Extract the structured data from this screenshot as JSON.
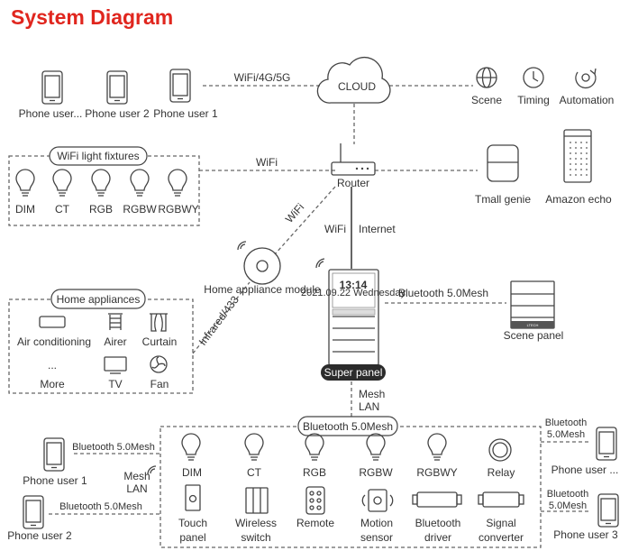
{
  "title": "System Diagram",
  "cloud": "CLOUD",
  "links": {
    "cloud_phones": "WiFi/4G/5G",
    "router_fixtures": "WiFi",
    "router_module": "WiFi",
    "router_panel_wifi": "WiFi",
    "router_panel_internet": "Internet",
    "module_appliances": "Infrared/433",
    "panel_scene": "Bluetooth 5.0Mesh",
    "panel_mesh_1": "Mesh",
    "panel_mesh_2": "LAN",
    "left_bt_1": "Bluetooth 5.0Mesh",
    "left_bt_2": "Bluetooth 5.0Mesh",
    "left_mesh_1": "Mesh",
    "left_mesh_2": "LAN",
    "right_bt_a1": "Bluetooth",
    "right_bt_a2": "5.0Mesh",
    "right_bt_b1": "Bluetooth",
    "right_bt_b2": "5.0Mesh"
  },
  "top_phones": [
    "Phone user...",
    "Phone user 2",
    "Phone user 1"
  ],
  "cloud_services": [
    "Scene",
    "Timing",
    "Automation"
  ],
  "router": "Router",
  "speakers": [
    "Tmall genie",
    "Amazon echo"
  ],
  "wifi_fixtures": {
    "title": "WiFi light fixtures",
    "items": [
      "DIM",
      "CT",
      "RGB",
      "RGBW",
      "RGBWY"
    ]
  },
  "home_module": "Home appliance module",
  "home_appliances": {
    "title": "Home appliances",
    "items": [
      "Air conditioning",
      "Airer",
      "Curtain",
      "...",
      "TV",
      "Fan"
    ],
    "more": "More"
  },
  "super_panel": {
    "label": "Super panel",
    "time": "13:14",
    "date": "2021.09.22 Wednesday",
    "brand": "LTECH"
  },
  "scene_panel": "Scene panel",
  "bt_mesh": {
    "title": "Bluetooth 5.0Mesh",
    "lights": [
      "DIM",
      "CT",
      "RGB",
      "RGBW",
      "RGBWY",
      "Relay"
    ],
    "devices": [
      [
        "Touch",
        "panel"
      ],
      [
        "Wireless",
        "switch"
      ],
      [
        "Remote",
        ""
      ],
      [
        "Motion",
        "sensor"
      ],
      [
        "Bluetooth",
        "driver"
      ],
      [
        "Signal",
        "converter"
      ]
    ]
  },
  "left_phones": [
    "Phone user 1",
    "Phone user 2"
  ],
  "right_phones": [
    "Phone user ...",
    "Phone user 3"
  ]
}
